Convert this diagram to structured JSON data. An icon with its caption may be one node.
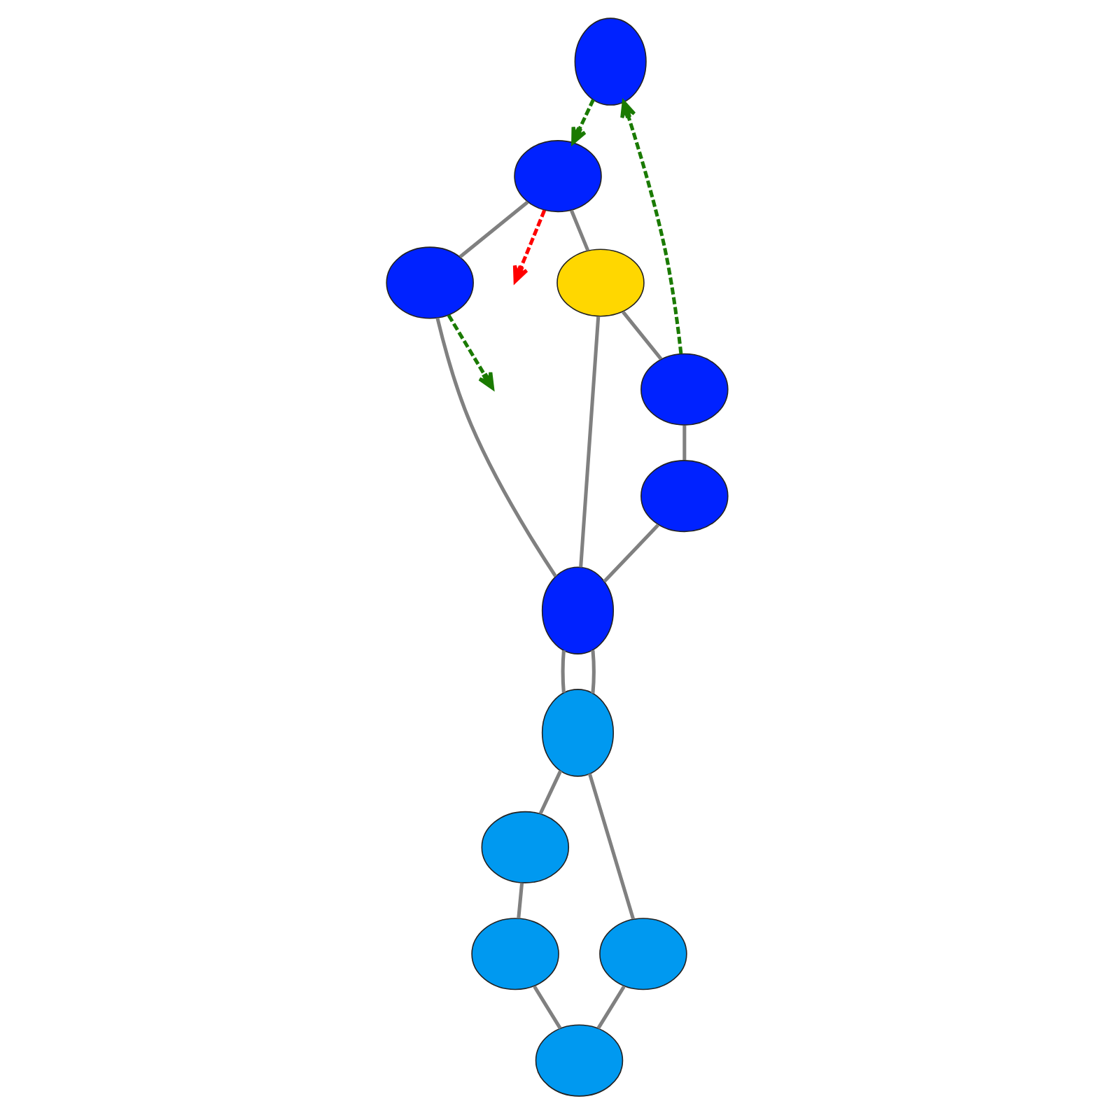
{
  "diagram": {
    "nodes": [
      {
        "text": [],
        "shape": "ellipse"
      },
      {
        "text": [],
        "shape": "ellipse"
      },
      {
        "text": [],
        "shape": "ellipse"
      },
      {
        "text": [],
        "shape": "ellipse"
      },
      {
        "text": [],
        "shape": "ellipse"
      },
      {
        "text": [],
        "shape": "ellipse"
      },
      {
        "text": [],
        "shape": "ellipse"
      },
      {
        "text": [],
        "shape": "ellipse"
      },
      {
        "text": [],
        "shape": "ellipse"
      },
      {
        "text": [],
        "shape": "ellipse"
      },
      {
        "text": [],
        "shape": "ellipse"
      },
      {
        "text": [],
        "shape": "ellipse"
      }
    ],
    "edges": [
      {
        "from": 0,
        "to": 1,
        "arrow": "to",
        "style": "dashed",
        "color": "#1a7a00"
      },
      {
        "from": 2,
        "to": 0,
        "arrow": "to",
        "style": "dashed",
        "color": "#1a7a00"
      },
      {
        "from": 1,
        "to": null,
        "arrow": "to",
        "style": "dashed",
        "color": "#ff0000"
      },
      {
        "from": 1,
        "to": 3,
        "arrow": "none"
      },
      {
        "from": 3,
        "to": 2,
        "arrow": "none"
      },
      {
        "from": 1,
        "to": 4,
        "arrow": "none"
      },
      {
        "from": 2,
        "to": 5,
        "arrow": "none"
      },
      {
        "from": 4,
        "to": null,
        "arrow": "to",
        "style": "dashed",
        "color": "#1a7a00"
      },
      {
        "from": 4,
        "to": 6,
        "arrow": "none"
      },
      {
        "from": 3,
        "to": 6,
        "arrow": "none"
      },
      {
        "from": 5,
        "to": 6,
        "arrow": "none"
      },
      {
        "from": 6,
        "to": 7,
        "arrow": "none"
      },
      {
        "from": 6,
        "to": 7,
        "arrow": "none"
      },
      {
        "from": 7,
        "to": 8,
        "arrow": "none"
      },
      {
        "from": 7,
        "to": 9,
        "arrow": "none"
      },
      {
        "from": 8,
        "to": 10,
        "arrow": "none"
      },
      {
        "from": 9,
        "to": 11,
        "arrow": "none"
      },
      {
        "from": 10,
        "to": 11,
        "arrow": "none"
      }
    ]
  }
}
